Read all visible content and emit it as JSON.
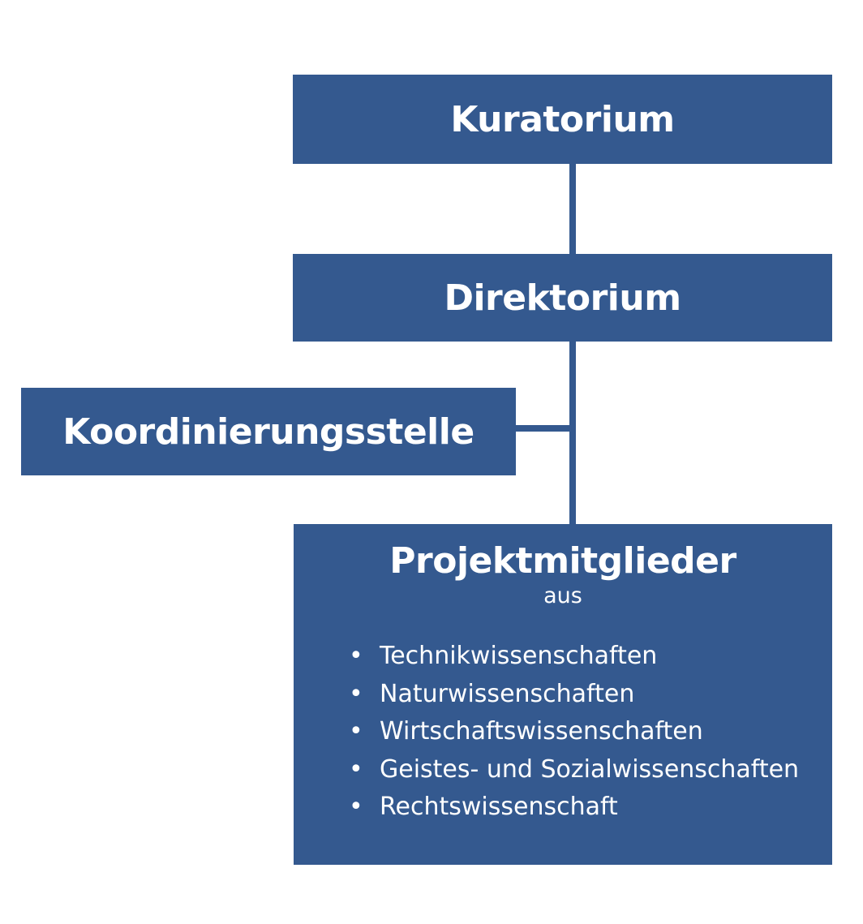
{
  "colors": {
    "box": "#34598f",
    "text": "#ffffff",
    "line": "#34598f"
  },
  "nodes": {
    "kuratorium": {
      "title": "Kuratorium"
    },
    "direktorium": {
      "title": "Direktorium"
    },
    "koordinierungsstelle": {
      "title": "Koordinierungsstelle"
    },
    "projektmitglieder": {
      "title": "Projektmitglieder",
      "subtitle": "aus",
      "bullet_symbol": "•",
      "items": [
        "Technikwissenschaften",
        "Naturwissenschaften",
        "Wirtschaftswissenschaften",
        "Geistes- und Sozialwissenschaften",
        "Rechtswissenschaft"
      ]
    }
  },
  "edges": [
    {
      "from": "kuratorium",
      "to": "direktorium"
    },
    {
      "from": "direktorium",
      "to": "projektmitglieder"
    },
    {
      "from": "koordinierungsstelle",
      "to": "direktorium"
    }
  ]
}
